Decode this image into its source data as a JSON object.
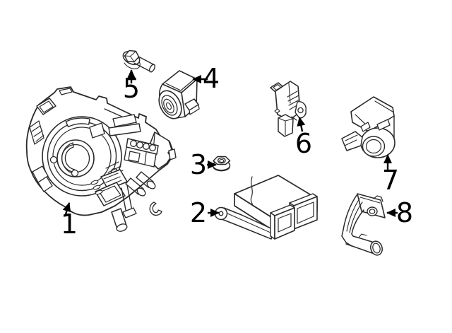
{
  "diagram": {
    "background_color": "#ffffff",
    "line_color": "#2a2a2a",
    "label_color": "#000000",
    "callout_count": 8,
    "callouts": [
      {
        "label": "1"
      },
      {
        "label": "2"
      },
      {
        "label": "3"
      },
      {
        "label": "4"
      },
      {
        "label": "5"
      },
      {
        "label": "6"
      },
      {
        "label": "7"
      },
      {
        "label": "8"
      }
    ]
  }
}
